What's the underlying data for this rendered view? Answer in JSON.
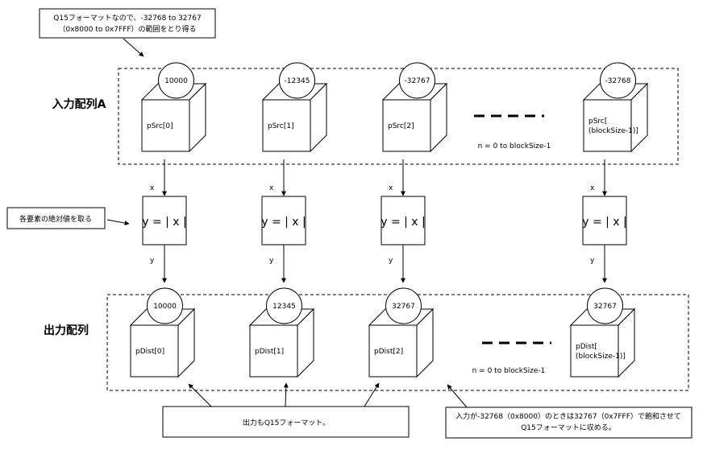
{
  "notes": {
    "q15_range": [
      "Q15フォーマットなので、-32768 to 32767",
      "（0x8000 to 0x7FFF）の範囲をとり得る"
    ],
    "abs_each": "各要素の絶対値を取る",
    "output_q15": "出力もQ15フォーマット。",
    "saturation": [
      "入力が-32768（0x8000）のときは32767（0x7FFF）で飽和させて",
      "Q15フォーマットに収める。"
    ]
  },
  "input_group": {
    "label": "入力配列A",
    "range_text": "n = 0 to blockSize-1",
    "items": [
      {
        "name": [
          "pSrc[0]"
        ],
        "value": "10000"
      },
      {
        "name": [
          "pSrc[1]"
        ],
        "value": "-12345"
      },
      {
        "name": [
          "pSrc[2]"
        ],
        "value": "-32767"
      },
      {
        "name": [
          "pSrc[",
          "(blockSize-1)]"
        ],
        "value": "-32768"
      }
    ]
  },
  "output_group": {
    "label": "出力配列",
    "range_text": "n = 0 to blockSize-1",
    "items": [
      {
        "name": [
          "pDist[0]"
        ],
        "value": "10000"
      },
      {
        "name": [
          "pDist[1]"
        ],
        "value": "12345"
      },
      {
        "name": [
          "pDist[2]"
        ],
        "value": "32767"
      },
      {
        "name": [
          "pDist[",
          "(blockSize-1)]"
        ],
        "value": "32767"
      }
    ]
  },
  "operation": {
    "formula": "y = | x |",
    "input_var": "x",
    "output_var": "y"
  }
}
